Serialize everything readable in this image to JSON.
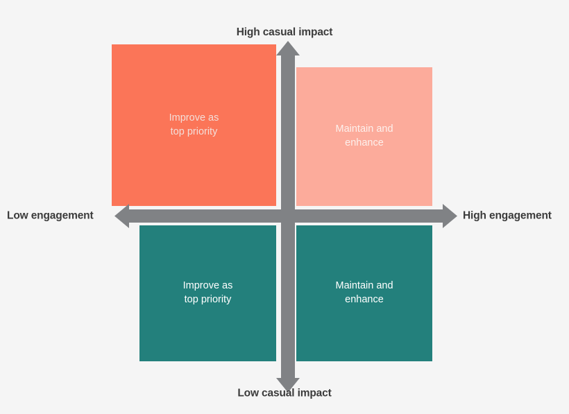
{
  "diagram": {
    "title": "Engagement vs casual impact quadrant matrix",
    "background_color": "#f5f5f5",
    "axis_color": "#808285",
    "axes": {
      "top_label": "High casual impact",
      "bottom_label": "Low casual impact",
      "left_label": "Low engagement",
      "right_label": "High engagement",
      "label_color": "#3b3b3b"
    },
    "quadrants": [
      {
        "position": "top-left",
        "line1": "Improve as",
        "line2": "top priority",
        "text": "Improve as\ntop priority",
        "fill_color": "#fb7558",
        "text_color": "#f3ded9"
      },
      {
        "position": "top-right",
        "line1": "Maintain and",
        "line2": "enhance",
        "text": "Maintain and\nenhance",
        "fill_color": "#fcab9b",
        "text_color": "#fdf0ec"
      },
      {
        "position": "bottom-left",
        "line1": "Improve as",
        "line2": "top priority",
        "text": "Improve as\ntop priority",
        "fill_color": "#23807c",
        "text_color": "#ffffff"
      },
      {
        "position": "bottom-right",
        "line1": "Maintain and",
        "line2": "enhance",
        "text": "Maintain and\nenhance",
        "fill_color": "#23807c",
        "text_color": "#ffffff"
      }
    ]
  }
}
